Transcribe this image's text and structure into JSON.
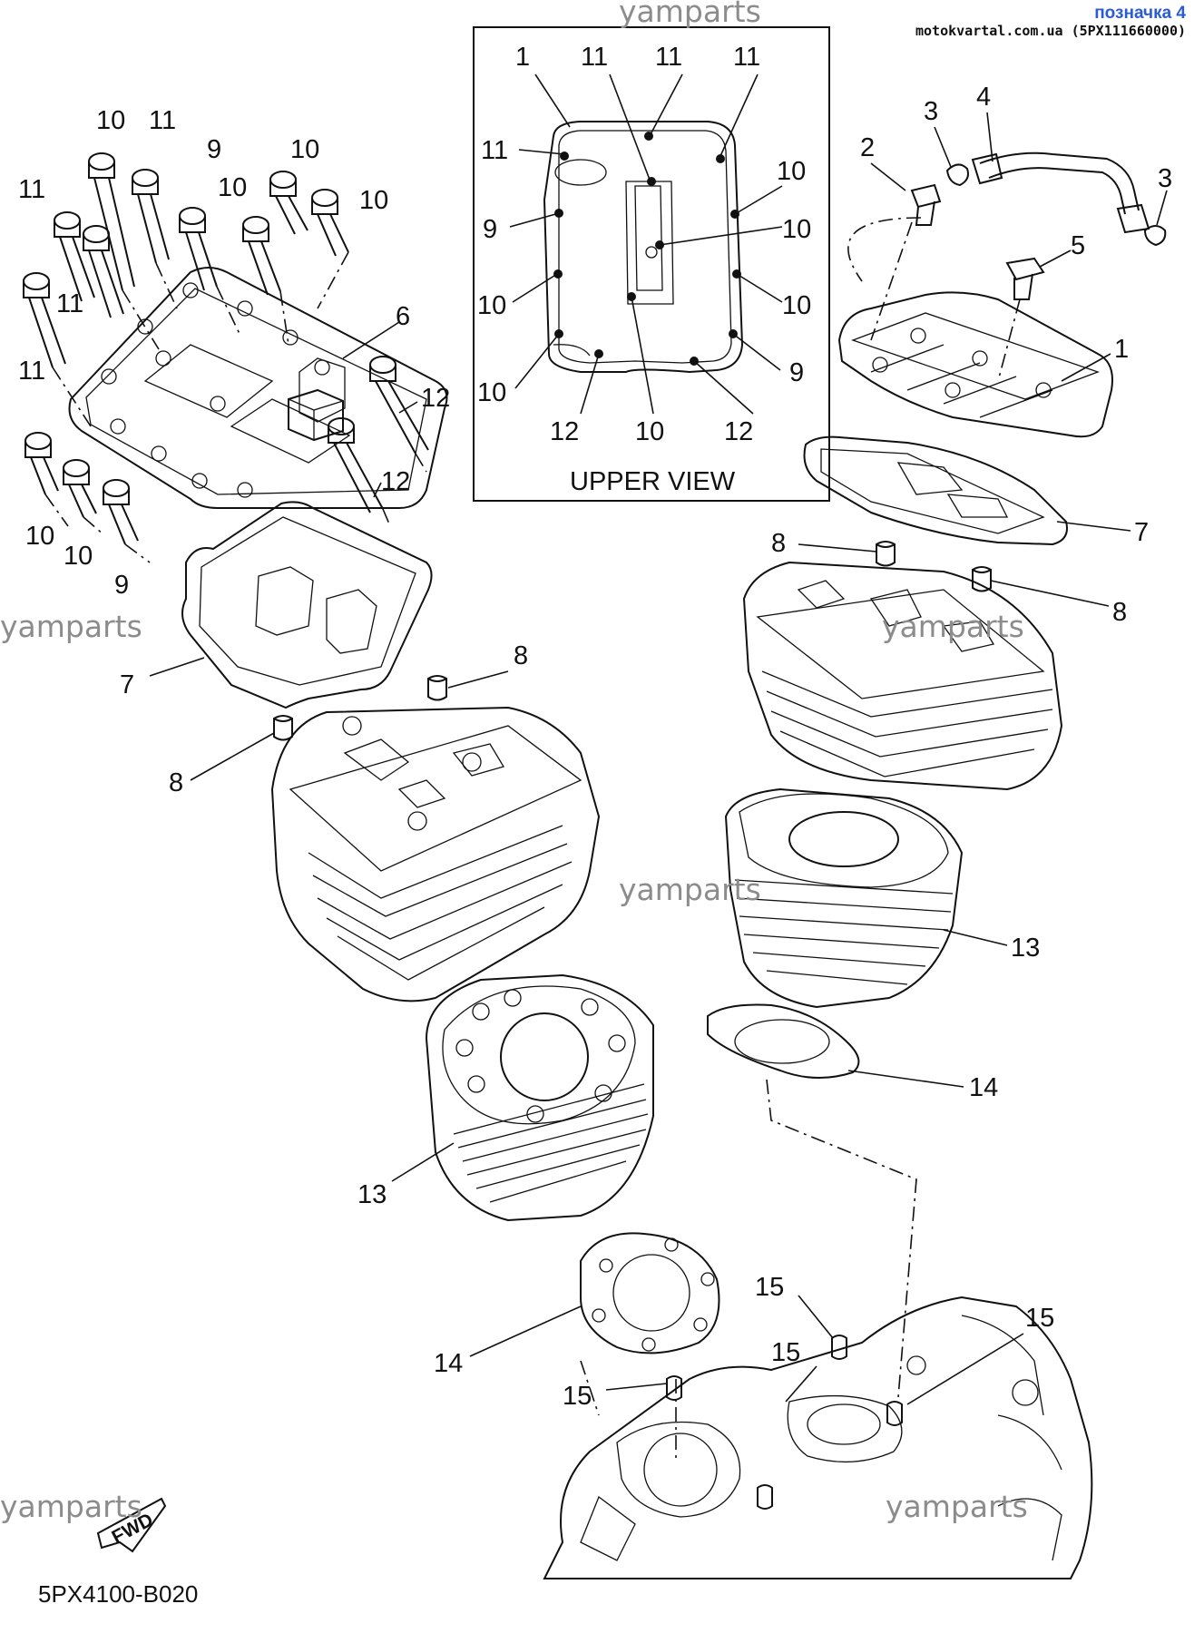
{
  "header": {
    "label": "позначка 4",
    "source": "motokvartal.com.ua (5PX111660000)"
  },
  "watermark": "yamparts",
  "diagram_code": "5PX4100-B020",
  "upper_view_label": "UPPER VIEW",
  "fwd_label": "FWD",
  "callouts": {
    "c1": "1",
    "c2": "2",
    "c3": "3",
    "c4": "4",
    "c5": "5",
    "c6": "6",
    "c7": "7",
    "c8": "8",
    "c9": "9",
    "c10": "10",
    "c11": "11",
    "c12": "12",
    "c13": "13",
    "c14": "14",
    "c15": "15"
  },
  "colors": {
    "header_label": "#2a5bd7",
    "watermark": "#8c8c8c",
    "line": "#111111"
  }
}
